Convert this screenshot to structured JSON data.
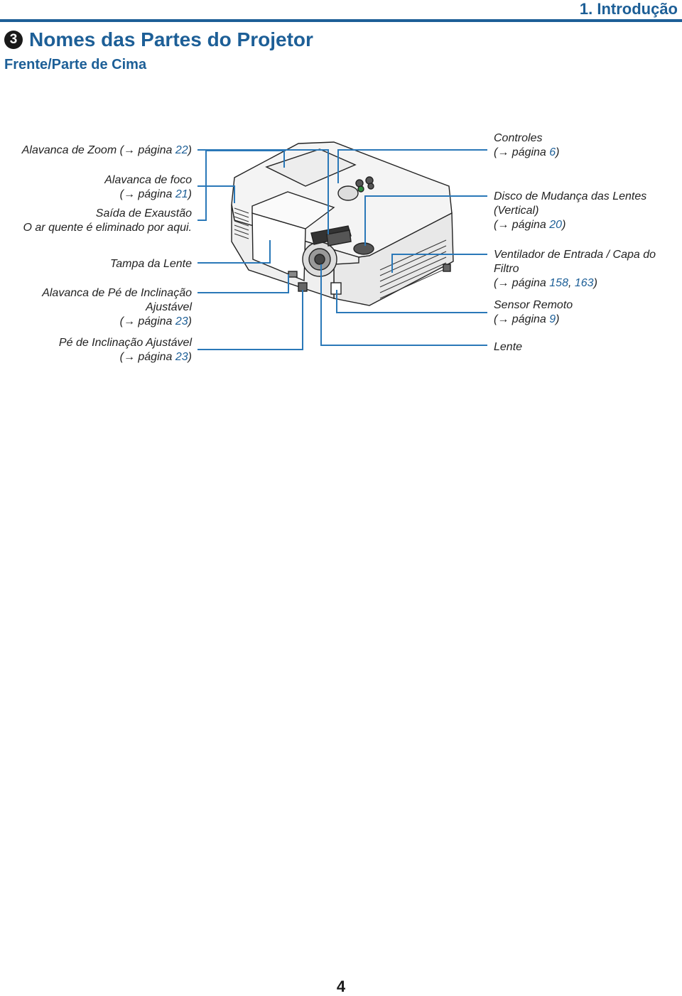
{
  "header": {
    "chapter": "1. Introdução"
  },
  "section": {
    "number": "3",
    "title": "Nomes das Partes do Projetor",
    "subtitle": "Frente/Parte de Cima"
  },
  "labels_left": {
    "zoom": {
      "line1_text": "Alavanca de Zoom (→ página ",
      "line1_page": "22",
      "line1_end": ")"
    },
    "focus": {
      "line1": "Alavanca de foco",
      "line2_pre": "(→ página ",
      "line2_page": "21",
      "line2_end": ")"
    },
    "exhaust": {
      "line1": "Saída de Exaustão",
      "line2": "O ar quente é eliminado por aqui."
    },
    "lens_cap": {
      "line1": "Tampa da Lente"
    },
    "tilt_lever": {
      "line1": "Alavanca de Pé de Inclinação",
      "line2": "Ajustável",
      "line3_pre": "(→ página ",
      "line3_page": "23",
      "line3_end": ")"
    },
    "tilt_foot": {
      "line1": "Pé de Inclinação Ajustável",
      "line2_pre": "(→ página ",
      "line2_page": "23",
      "line2_end": ")"
    }
  },
  "labels_right": {
    "controls": {
      "line1": "Controles",
      "line2_pre": "(→ página ",
      "line2_page": "6",
      "line2_end": ")"
    },
    "lens_shift": {
      "line1": "Disco de Mudança das Lentes",
      "line2": "(Vertical)",
      "line3_pre": "(→ página ",
      "line3_page": "20",
      "line3_end": ")"
    },
    "intake": {
      "line1": "Ventilador de Entrada / Capa do",
      "line2": "Filtro",
      "line3_pre": "(→ página ",
      "line3_page1": "158",
      "line3_sep": ", ",
      "line3_page2": "163",
      "line3_end": ")"
    },
    "remote_sensor": {
      "line1": "Sensor Remoto",
      "line2_pre": "(→ página ",
      "line2_page": "9",
      "line2_end": ")"
    },
    "lens": {
      "line1": "Lente"
    }
  },
  "footer": {
    "page_number": "4"
  },
  "colors": {
    "accent": "#1d5f97",
    "leader": "#2a78b8"
  }
}
